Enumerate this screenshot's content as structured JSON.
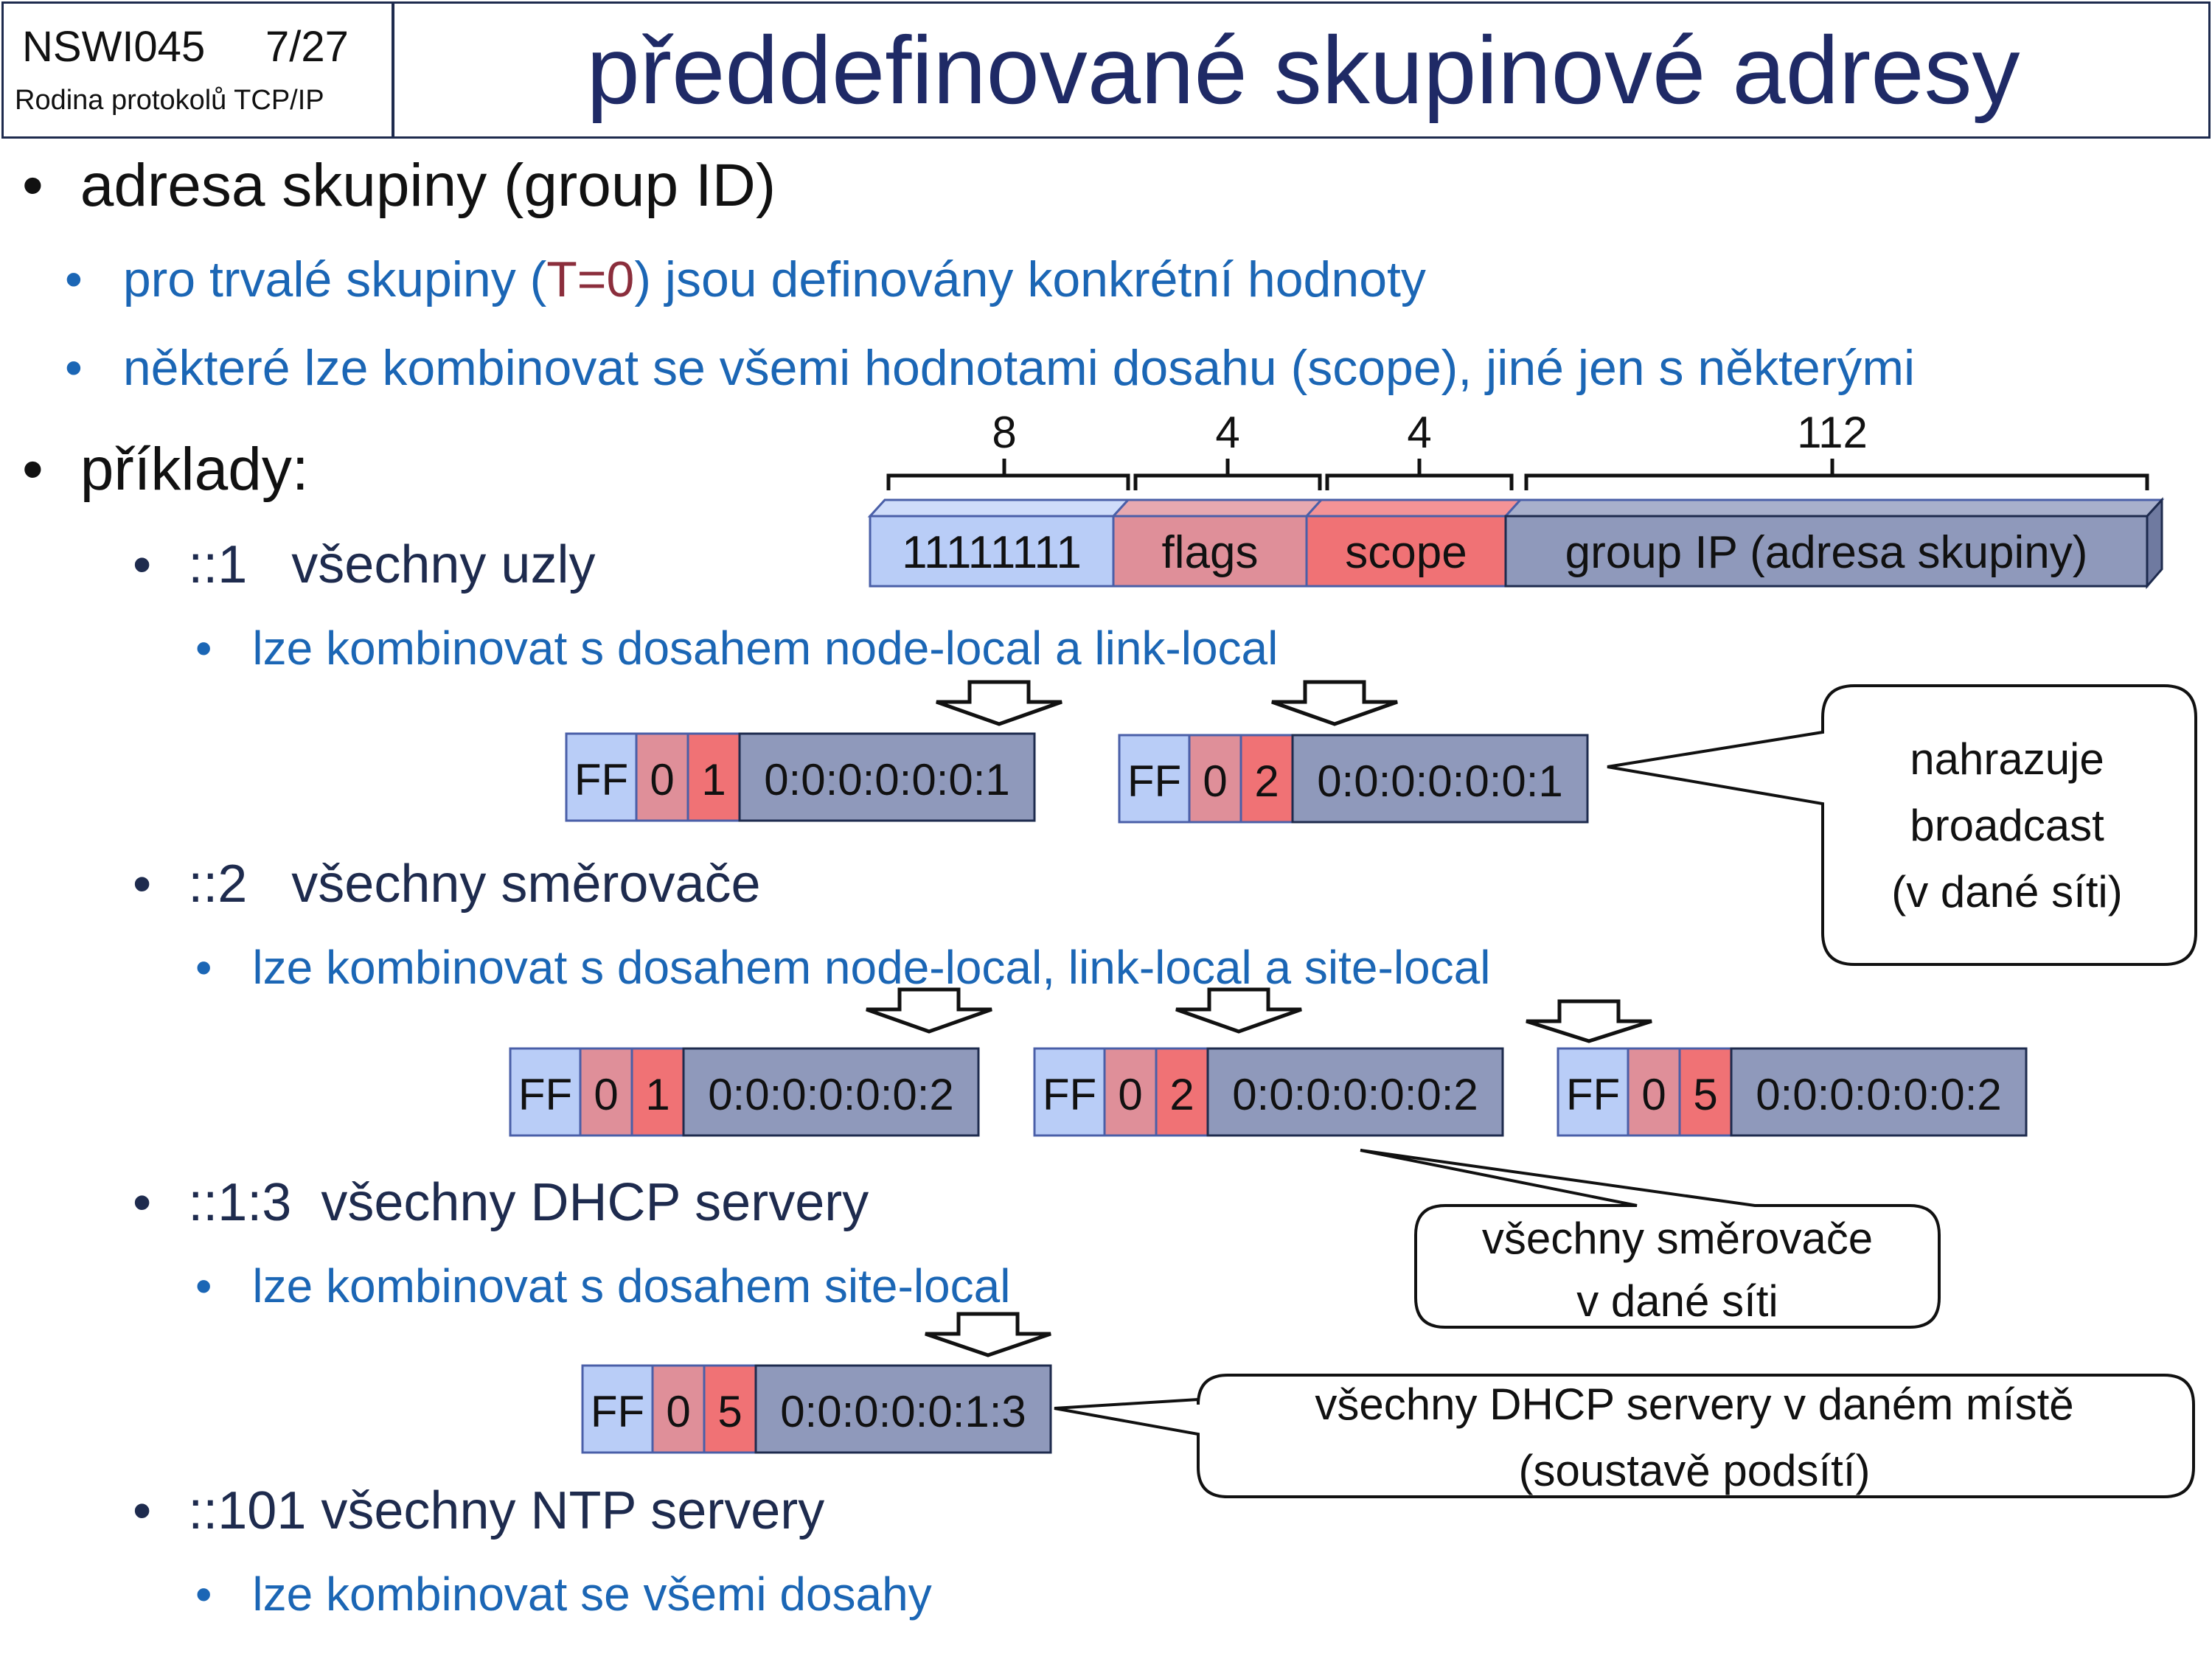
{
  "header": {
    "course_code": "NSWI045",
    "slide_number": "7/27",
    "course_name": "Rodina protokolů TCP/IP",
    "title": "předdefinované skupinové adresy"
  },
  "bullets": {
    "b1": "adresa skupiny (group ID)",
    "b1_sub1_pre": "pro trvalé skupiny (",
    "b1_sub1_red": "T=0",
    "b1_sub1_post": ") jsou definovány konkrétní hodnoty",
    "b1_sub2": "některé lze kombinovat se všemi hodnotami dosahu (scope), jiné jen s některými",
    "b2": "příklady:",
    "ex1": "::1   všechny uzly",
    "ex1_sub": "lze kombinovat s dosahem node-local a link-local",
    "ex2": "::2   všechny směrovače",
    "ex2_sub": "lze kombinovat s dosahem node-local, link-local a site-local",
    "ex3": "::1:3  všechny DHCP servery",
    "ex3_sub": "lze kombinovat s dosahem site-local",
    "ex4": "::101 všechny NTP servery",
    "ex4_sub": "lze kombinovat se všemi dosahy"
  },
  "format": {
    "sizes": [
      "8",
      "4",
      "4",
      "112"
    ],
    "fields": [
      "11111111",
      "flags",
      "scope",
      "group IP (adresa skupiny)"
    ]
  },
  "addresses": [
    {
      "ff": "FF",
      "flags": "0",
      "scope": "1",
      "group": "0:0:0:0:0:0:1"
    },
    {
      "ff": "FF",
      "flags": "0",
      "scope": "2",
      "group": "0:0:0:0:0:0:1"
    },
    {
      "ff": "FF",
      "flags": "0",
      "scope": "1",
      "group": "0:0:0:0:0:0:2"
    },
    {
      "ff": "FF",
      "flags": "0",
      "scope": "2",
      "group": "0:0:0:0:0:0:2"
    },
    {
      "ff": "FF",
      "flags": "0",
      "scope": "5",
      "group": "0:0:0:0:0:0:2"
    },
    {
      "ff": "FF",
      "flags": "0",
      "scope": "5",
      "group": "0:0:0:0:0:1:3"
    }
  ],
  "callouts": {
    "broadcast": [
      "nahrazuje",
      "broadcast",
      "(v dané síti)"
    ],
    "routers": [
      "všechny směrovače",
      "v dané síti"
    ],
    "dhcp": [
      "všechny DHCP servery v daném místě",
      "(soustavě podsítí)"
    ]
  },
  "colors": {
    "ff": "#b9cdf7",
    "flags": "#df8f99",
    "scope": "#f07275",
    "group": "#8f99bb",
    "title": "#1f2a66",
    "blue_text": "#1b66b5",
    "outline": "#1e2b4e"
  }
}
